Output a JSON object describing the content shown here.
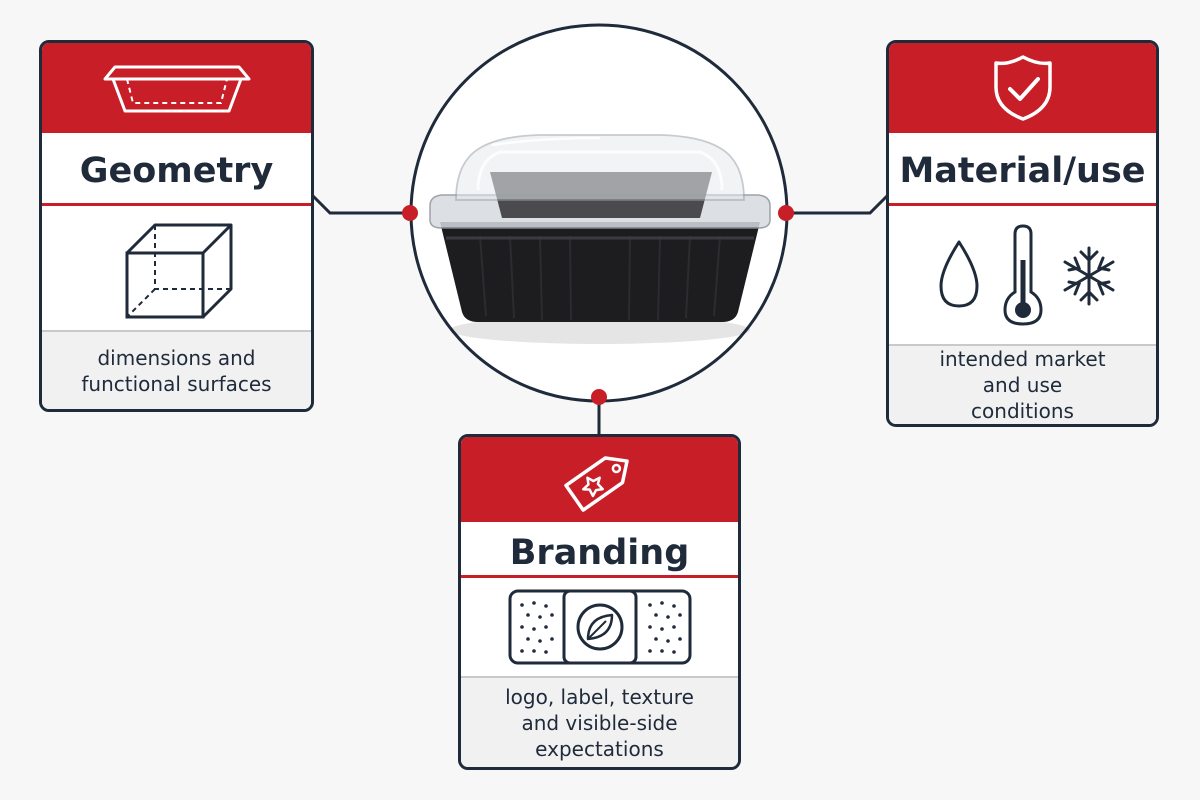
{
  "colors": {
    "accent_red": "#c81e28",
    "navy": "#1f2a3a",
    "caption_bg": "#f1f1f2",
    "background": "#f7f7f8"
  },
  "center": {
    "image": "food-container-with-clear-lid"
  },
  "cards": {
    "geometry": {
      "title": "Geometry",
      "header_icon": "open-tray-outline-icon",
      "body_icon": "wireframe-cube-icon",
      "caption_lines": [
        "dimensions and",
        "functional surfaces"
      ]
    },
    "material": {
      "title": "Material/use",
      "header_icon": "shield-check-icon",
      "body_icons": [
        "water-drop-icon",
        "thermometer-icon",
        "snowflake-icon"
      ],
      "caption_lines": [
        "intended market",
        "and use",
        "conditions"
      ]
    },
    "branding": {
      "title": "Branding",
      "header_icon": "star-tag-icon",
      "body_icon": "texture-leaf-swatch-icon",
      "caption_lines": [
        "logo, label, texture",
        "and visible-side",
        "expectations"
      ]
    }
  }
}
